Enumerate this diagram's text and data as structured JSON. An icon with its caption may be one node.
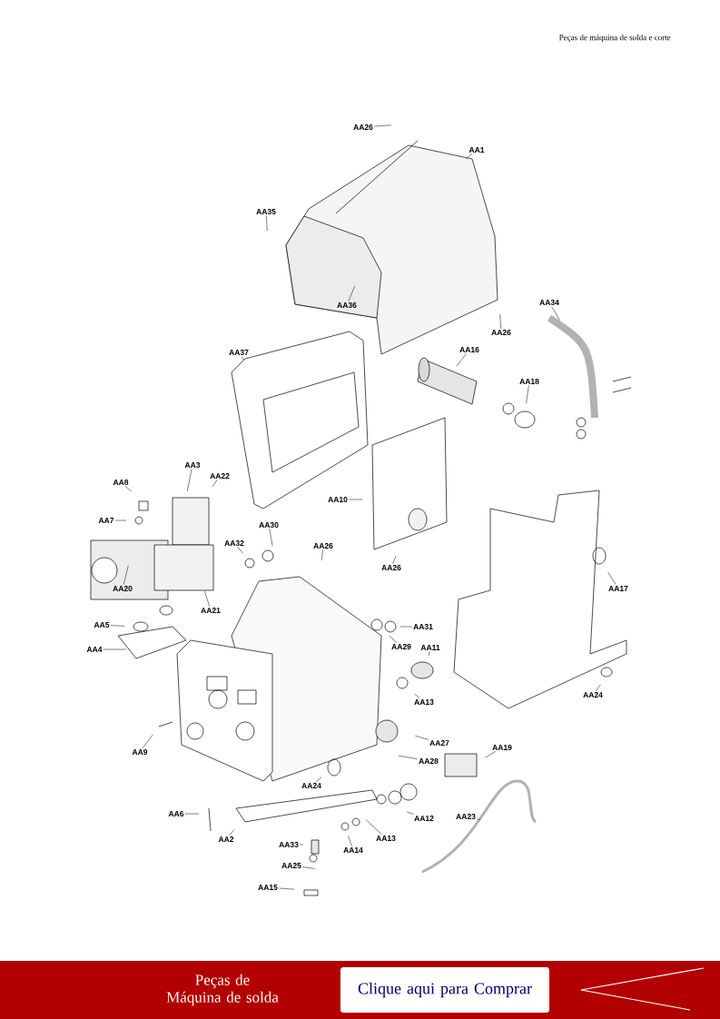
{
  "diagram": {
    "nodes": [
      {
        "text": [
          "AA26"
        ]
      },
      {
        "text": [
          "AA1"
        ]
      },
      {
        "text": [
          "AA35"
        ]
      },
      {
        "text": [
          "AA36"
        ]
      },
      {
        "text": [
          "AA26"
        ]
      },
      {
        "text": [
          "AA34"
        ]
      },
      {
        "text": [
          "AA37"
        ]
      },
      {
        "text": [
          "AA16"
        ]
      },
      {
        "text": [
          "AA18"
        ]
      },
      {
        "text": [
          "AA3"
        ]
      },
      {
        "text": [
          "AA22"
        ]
      },
      {
        "text": [
          "AA8"
        ]
      },
      {
        "text": [
          "AA7"
        ]
      },
      {
        "text": [
          "AA10"
        ]
      },
      {
        "text": [
          "AA30"
        ]
      },
      {
        "text": [
          "AA32"
        ]
      },
      {
        "text": [
          "AA26"
        ]
      },
      {
        "text": [
          "AA26"
        ]
      },
      {
        "text": [
          "AA17"
        ]
      },
      {
        "text": [
          "AA20"
        ]
      },
      {
        "text": [
          "AA21"
        ]
      },
      {
        "text": [
          "AA5"
        ]
      },
      {
        "text": [
          "AA31"
        ]
      },
      {
        "text": [
          "AA29"
        ]
      },
      {
        "text": [
          "AA4"
        ]
      },
      {
        "text": [
          "AA11"
        ]
      },
      {
        "text": [
          "AA24"
        ]
      },
      {
        "text": [
          "AA13"
        ]
      },
      {
        "text": [
          "AA9"
        ]
      },
      {
        "text": [
          "AA27"
        ]
      },
      {
        "text": [
          "AA28"
        ]
      },
      {
        "text": [
          "AA19"
        ]
      },
      {
        "text": [
          "AA24"
        ]
      },
      {
        "text": [
          "AA6"
        ]
      },
      {
        "text": [
          "AA12"
        ]
      },
      {
        "text": [
          "AA2"
        ]
      },
      {
        "text": [
          "AA23"
        ]
      },
      {
        "text": [
          "AA13"
        ]
      },
      {
        "text": [
          "AA14"
        ]
      },
      {
        "text": [
          "AA33"
        ]
      },
      {
        "text": [
          "AA25"
        ]
      },
      {
        "text": [
          "AA15"
        ]
      }
    ],
    "edges": [
      {
        "from": 0,
        "to": null,
        "arrow": "none"
      },
      {
        "from": 1,
        "to": null,
        "arrow": "none"
      },
      {
        "from": 2,
        "to": null,
        "arrow": "none"
      },
      {
        "from": 3,
        "to": null,
        "arrow": "none"
      },
      {
        "from": 4,
        "to": null,
        "arrow": "none"
      },
      {
        "from": 5,
        "to": null,
        "arrow": "none"
      },
      {
        "from": 6,
        "to": null,
        "arrow": "none"
      },
      {
        "from": 7,
        "to": null,
        "arrow": "none"
      },
      {
        "from": 8,
        "to": null,
        "arrow": "none"
      },
      {
        "from": 9,
        "to": null,
        "arrow": "none"
      },
      {
        "from": 10,
        "to": null,
        "arrow": "none"
      },
      {
        "from": 11,
        "to": null,
        "arrow": "none"
      },
      {
        "from": 12,
        "to": null,
        "arrow": "none"
      },
      {
        "from": 13,
        "to": null,
        "arrow": "none"
      },
      {
        "from": 14,
        "to": null,
        "arrow": "none"
      },
      {
        "from": 15,
        "to": null,
        "arrow": "none"
      },
      {
        "from": 16,
        "to": null,
        "arrow": "none"
      },
      {
        "from": 17,
        "to": null,
        "arrow": "none"
      },
      {
        "from": 18,
        "to": null,
        "arrow": "none"
      },
      {
        "from": 19,
        "to": null,
        "arrow": "none"
      },
      {
        "from": 20,
        "to": null,
        "arrow": "none"
      },
      {
        "from": 21,
        "to": null,
        "arrow": "none"
      },
      {
        "from": 22,
        "to": null,
        "arrow": "none"
      },
      {
        "from": 23,
        "to": null,
        "arrow": "none"
      },
      {
        "from": 24,
        "to": null,
        "arrow": "none"
      },
      {
        "from": 25,
        "to": null,
        "arrow": "none"
      },
      {
        "from": 26,
        "to": null,
        "arrow": "none"
      },
      {
        "from": 27,
        "to": null,
        "arrow": "none"
      },
      {
        "from": 28,
        "to": null,
        "arrow": "none"
      },
      {
        "from": 29,
        "to": null,
        "arrow": "none"
      },
      {
        "from": 30,
        "to": null,
        "arrow": "none"
      },
      {
        "from": 31,
        "to": null,
        "arrow": "none"
      },
      {
        "from": 32,
        "to": null,
        "arrow": "none"
      },
      {
        "from": 33,
        "to": null,
        "arrow": "none"
      },
      {
        "from": 34,
        "to": null,
        "arrow": "none"
      },
      {
        "from": 35,
        "to": null,
        "arrow": "none"
      },
      {
        "from": 36,
        "to": null,
        "arrow": "none"
      },
      {
        "from": 37,
        "to": null,
        "arrow": "none"
      },
      {
        "from": 38,
        "to": null,
        "arrow": "none"
      },
      {
        "from": 39,
        "to": null,
        "arrow": "none"
      },
      {
        "from": 40,
        "to": null,
        "arrow": "none"
      },
      {
        "from": 41,
        "to": null,
        "arrow": "none"
      }
    ],
    "labels": [
      "Peças de máquina de solda e corte",
      "Peças de Máquina de solda",
      "Clique aqui para Comprar"
    ]
  }
}
